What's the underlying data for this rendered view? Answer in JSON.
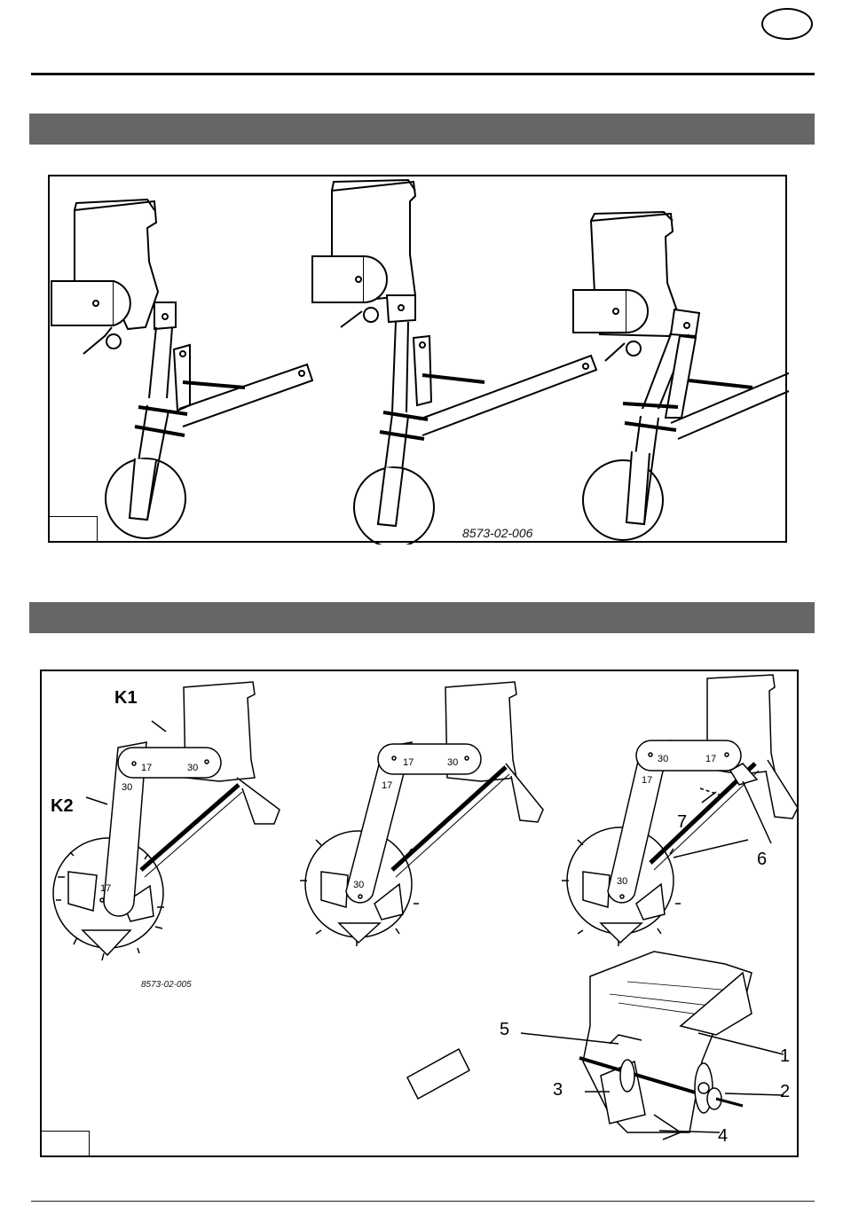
{
  "figure1": {
    "code": "8573-02-006"
  },
  "figure2": {
    "code": "8573-02-005",
    "labels": {
      "k1": "K1",
      "k2": "K2",
      "n17": "17",
      "n30": "30",
      "c1": "1",
      "c2": "2",
      "c3": "3",
      "c4": "4",
      "c5": "5",
      "c6": "6",
      "c7": "7"
    }
  }
}
